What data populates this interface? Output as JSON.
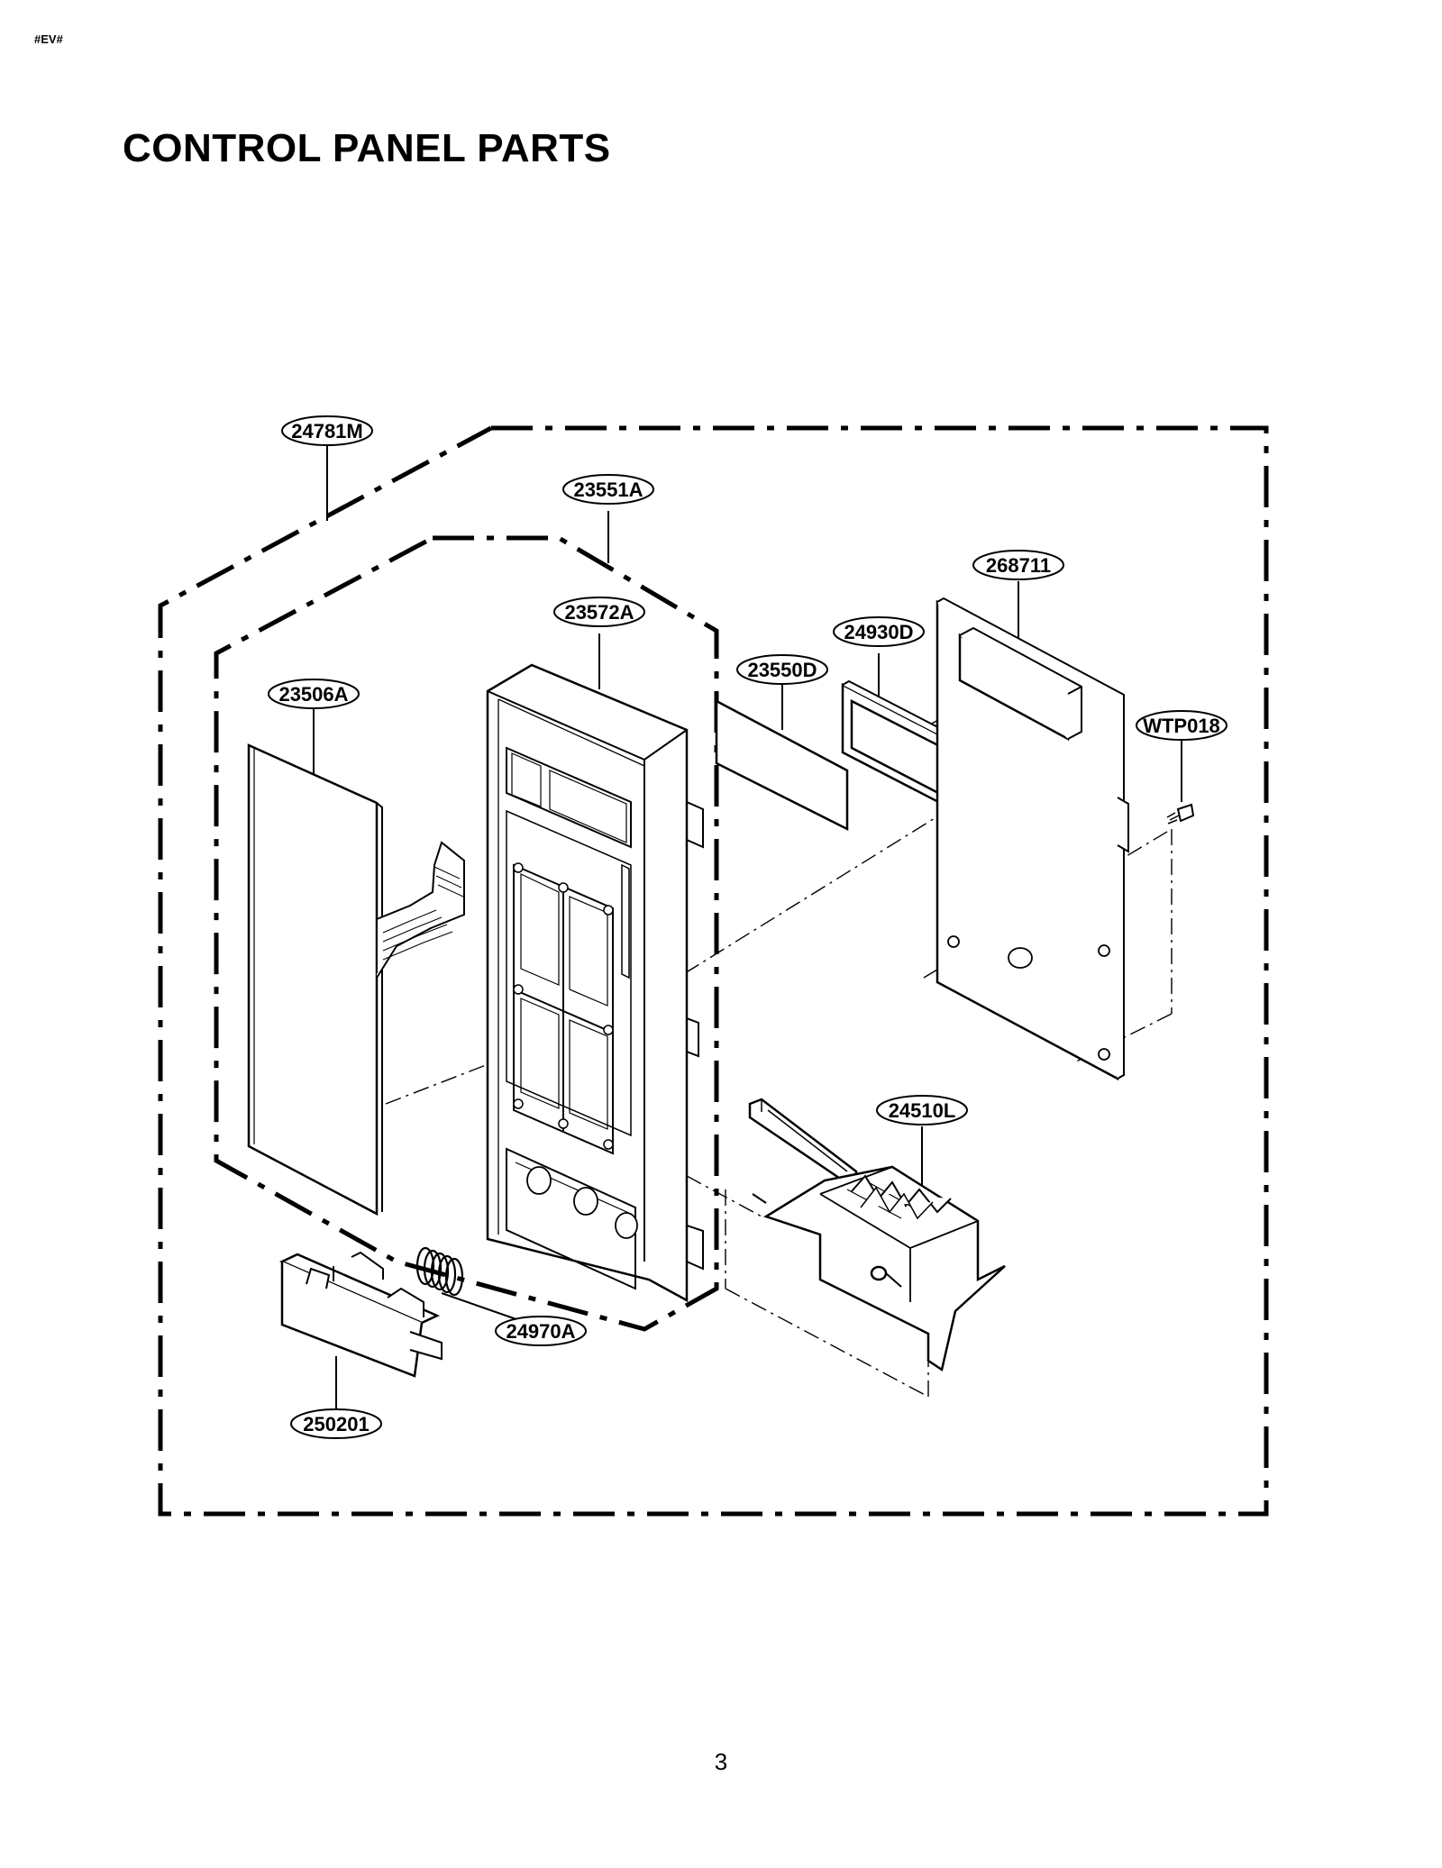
{
  "header_code": "#EV#",
  "title": "CONTROL PANEL PARTS",
  "page_number": "3",
  "parts": [
    {
      "id": "24781M"
    },
    {
      "id": "23551A"
    },
    {
      "id": "23572A"
    },
    {
      "id": "23506A"
    },
    {
      "id": "23550D"
    },
    {
      "id": "24930D"
    },
    {
      "id": "268711"
    },
    {
      "id": "WTP018"
    },
    {
      "id": "24510L"
    },
    {
      "id": "24970A"
    },
    {
      "id": "250201"
    }
  ]
}
